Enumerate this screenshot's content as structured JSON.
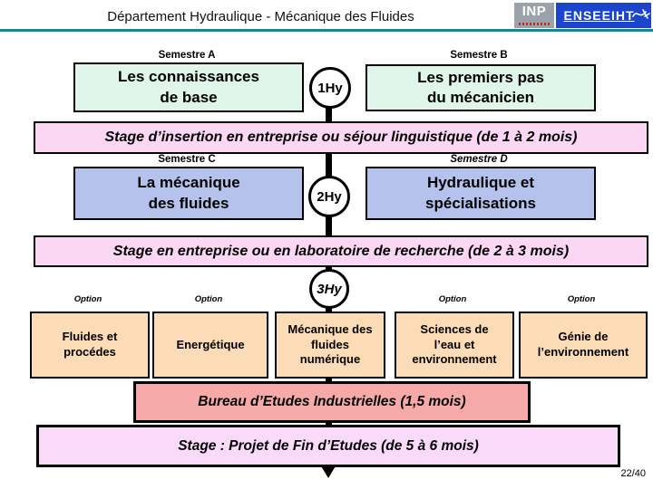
{
  "slide": {
    "title": "Département Hydraulique - Mécanique des Fluides",
    "page_number": "22/40"
  },
  "logo": {
    "inp_text": "INP",
    "enseeiht_text": "ENSEEIHT"
  },
  "colors": {
    "teal_rule": "#0d8d8d",
    "semester_ab_box": "#e0f6ea",
    "semester_cd_box": "#b4c2ec",
    "stage_banner": "#fbd7f3",
    "option_box": "#fcdcb6",
    "bureau_box": "#f5a9a9",
    "pfe_box": "#f9dbf9",
    "logo_blue": "#1b45cc",
    "logo_gray": "#9aa2ab"
  },
  "semesters": {
    "a": {
      "label": "Semestre A",
      "text": "Les connaissances\nde base"
    },
    "b": {
      "label": "Semestre B",
      "text": "Les premiers pas\ndu mécanicien"
    },
    "c": {
      "label": "Semestre C",
      "text": "La mécanique\ndes fluides"
    },
    "d": {
      "label": "Semestre D",
      "text": "Hydraulique et\nspécialisations"
    }
  },
  "milestones": {
    "y1": "1Hy",
    "y2": "2Hy",
    "y3": "3Hy"
  },
  "banners": {
    "insertion": "Stage d’insertion en entreprise ou séjour linguistique (de 1 à 2 mois)",
    "recherche": "Stage en entreprise ou en laboratoire de recherche (de 2 à 3 mois)",
    "bureau": "Bureau d’Etudes Industrielles (1,5 mois)",
    "pfe": "Stage : Projet de Fin d’Etudes (de 5 à 6 mois)"
  },
  "options": {
    "label": "Option",
    "items": [
      "Fluides et\nprocédes",
      "Energétique",
      "Mécanique des\nfluides\nnumérique",
      "Sciences de\nl’eau et\nenvironnement",
      "Génie de\nl’environnement"
    ]
  }
}
